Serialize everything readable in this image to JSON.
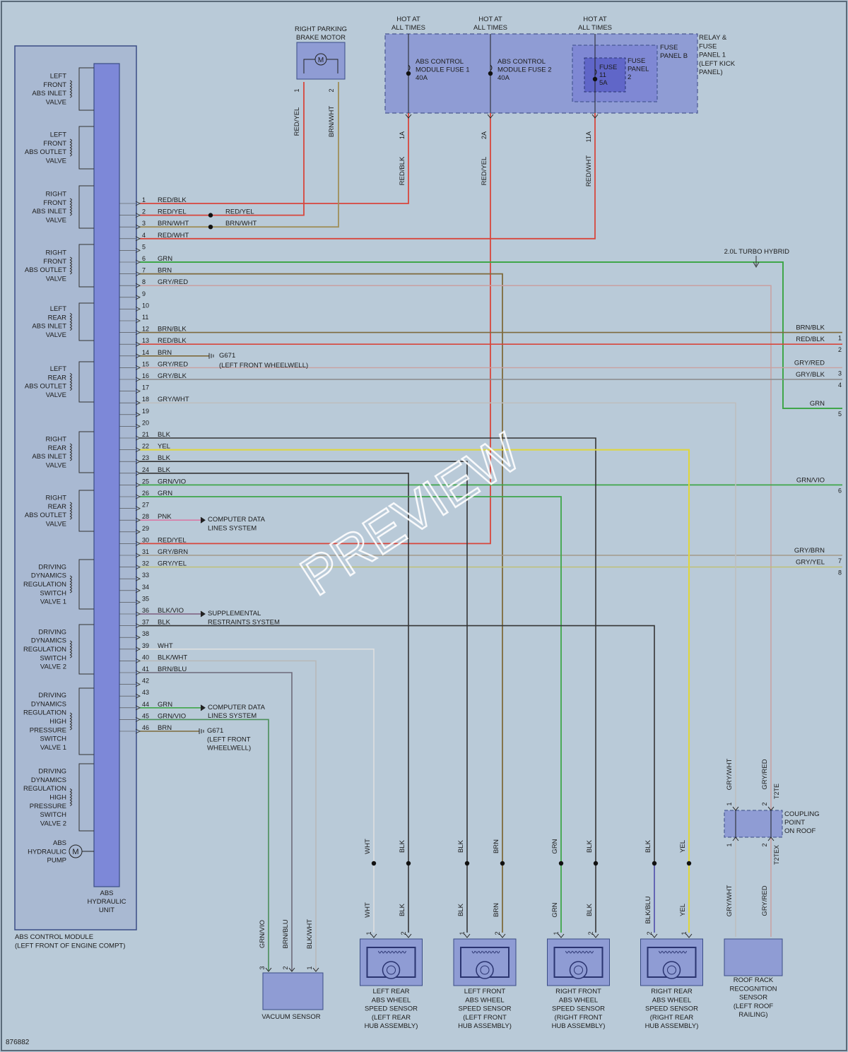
{
  "diagram_id": "876882",
  "watermark": "PREVIEW",
  "turbo_label": "2.0L TURBO HYBRID",
  "abs_module": {
    "label": [
      "ABS CONTROL MODULE",
      "(LEFT FRONT OF ENGINE COMPT)"
    ],
    "unit_label": [
      "ABS",
      "HYDRAULIC",
      "UNIT"
    ],
    "valves": [
      [
        "LEFT",
        "FRONT",
        "ABS INLET",
        "VALVE"
      ],
      [
        "LEFT",
        "FRONT",
        "ABS OUTLET",
        "VALVE"
      ],
      [
        "RIGHT",
        "FRONT",
        "ABS INLET",
        "VALVE"
      ],
      [
        "RIGHT",
        "FRONT",
        "ABS OUTLET",
        "VALVE"
      ],
      [
        "LEFT",
        "REAR",
        "ABS INLET",
        "VALVE"
      ],
      [
        "LEFT",
        "REAR",
        "ABS OUTLET",
        "VALVE"
      ],
      [
        "RIGHT",
        "REAR",
        "ABS INLET",
        "VALVE"
      ],
      [
        "RIGHT",
        "REAR",
        "ABS OUTLET",
        "VALVE"
      ],
      [
        "DRIVING",
        "DYNAMICS",
        "REGULATION",
        "SWITCH",
        "VALVE 1"
      ],
      [
        "DRIVING",
        "DYNAMICS",
        "REGULATION",
        "SWITCH",
        "VALVE 2"
      ],
      [
        "DRIVING",
        "DYNAMICS",
        "REGULATION",
        "HIGH",
        "PRESSURE",
        "SWITCH",
        "VALVE 1"
      ],
      [
        "DRIVING",
        "DYNAMICS",
        "REGULATION",
        "HIGH",
        "PRESSURE",
        "SWITCH",
        "VALVE 2"
      ]
    ],
    "pump": [
      "ABS",
      "HYDRAULIC",
      "PUMP"
    ]
  },
  "pins": {
    "1": "RED/BLK",
    "2": "RED/YEL",
    "3": "BRN/WHT",
    "4": "RED/WHT",
    "5": "",
    "6": "GRN",
    "7": "BRN",
    "8": "GRY/RED",
    "9": "",
    "10": "",
    "11": "",
    "12": "BRN/BLK",
    "13": "RED/BLK",
    "14": "BRN",
    "15": "GRY/RED",
    "16": "GRY/BLK",
    "17": "",
    "18": "GRY/WHT",
    "19": "",
    "20": "",
    "21": "BLK",
    "22": "YEL",
    "23": "BLK",
    "24": "BLK",
    "25": "GRN/VIO",
    "26": "GRN",
    "27": "",
    "28": "PNK",
    "29": "",
    "30": "RED/YEL",
    "31": "GRY/BRN",
    "32": "GRY/YEL",
    "33": "",
    "34": "",
    "35": "",
    "36": "BLK/VIO",
    "37": "BLK",
    "38": "",
    "39": "WHT",
    "40": "BLK/WHT",
    "41": "BRN/BLU",
    "42": "",
    "43": "",
    "44": "GRN",
    "45": "GRN/VIO",
    "46": "BRN"
  },
  "mid_labels": {
    "2": "RED/YEL",
    "3": "BRN/WHT"
  },
  "right_edge": [
    {
      "pin": "1",
      "color": "BRN/BLK"
    },
    {
      "pin": "2",
      "color": "RED/BLK"
    },
    {
      "pin": "3",
      "color": "GRY/RED"
    },
    {
      "pin": "4",
      "color": "GRY/BLK"
    },
    {
      "pin": "5",
      "color": "GRN"
    },
    {
      "pin": "6",
      "color": "GRN/VIO"
    },
    {
      "pin": "7",
      "color": "GRY/BRN"
    },
    {
      "pin": "8",
      "color": "GRY/YEL"
    }
  ],
  "refs": {
    "g671_a": [
      "G671",
      "(LEFT FRONT WHEELWELL)"
    ],
    "cdl_a": [
      "COMPUTER DATA",
      "LINES SYSTEM"
    ],
    "srs": [
      "SUPPLEMENTAL",
      "RESTRAINTS SYSTEM"
    ],
    "cdl_b": [
      "COMPUTER DATA",
      "LINES SYSTEM"
    ],
    "g671_b": [
      "G671",
      "(LEFT FRONT",
      "WHEELWELL)"
    ]
  },
  "parking_motor": {
    "label": [
      "RIGHT PARKING",
      "BRAKE MOTOR"
    ],
    "motor": "M",
    "pin1": "1",
    "pin2": "2",
    "wire1": "RED/YEL",
    "wire2": "BRN/WHT"
  },
  "hot_labels": [
    [
      "HOT AT",
      "ALL TIMES"
    ],
    [
      "HOT AT",
      "ALL TIMES"
    ],
    [
      "HOT AT",
      "ALL TIMES"
    ]
  ],
  "relay_box": {
    "label": [
      "RELAY &",
      "FUSE",
      "PANEL 1",
      "(LEFT KICK",
      "PANEL)"
    ],
    "fuse1": [
      "ABS CONTROL",
      "MODULE FUSE 1",
      "40A"
    ],
    "fuse2": [
      "ABS CONTROL",
      "MODULE FUSE 2",
      "40A"
    ],
    "fuse_panel_b": [
      "FUSE",
      "PANEL B"
    ],
    "fuse_panel_2": [
      "FUSE",
      "PANEL",
      "2"
    ],
    "fuse11": [
      "FUSE",
      "11",
      "5A"
    ],
    "conn": [
      "1A",
      "2A",
      "11A"
    ],
    "wires": [
      "RED/BLK",
      "RED/YEL",
      "RED/WHT"
    ]
  },
  "coupling": {
    "label": [
      "COUPLING",
      "POINT",
      "ON ROOF"
    ],
    "top_conn": "T2TE",
    "bottom_conn": "T2TEX",
    "pins": [
      "1",
      "2",
      "1",
      "2"
    ],
    "wires_top": [
      "GRY/WHT",
      "GRY/RED"
    ],
    "wires_bottom": [
      "GRY/WHT",
      "GRY/RED"
    ]
  },
  "sensors": [
    {
      "label": [
        "LEFT REAR",
        "ABS WHEEL",
        "SPEED SENSOR",
        "(LEFT REAR",
        "HUB ASSEMBLY)"
      ],
      "pins": [
        "1",
        "2"
      ],
      "wires_top": [
        "WHT",
        "BLK"
      ],
      "wires_bottom": [
        "WHT",
        "BLK"
      ]
    },
    {
      "label": [
        "LEFT FRONT",
        "ABS WHEEL",
        "SPEED SENSOR",
        "(LEFT FRONT",
        "HUB ASSEMBLY)"
      ],
      "pins": [
        "1",
        "2"
      ],
      "wires_top": [
        "BLK",
        "BRN"
      ],
      "wires_bottom": [
        "BLK",
        "BRN"
      ]
    },
    {
      "label": [
        "RIGHT FRONT",
        "ABS WHEEL",
        "SPEED SENSOR",
        "(RIGHT FRONT",
        "HUB ASSEMBLY)"
      ],
      "pins": [
        "1",
        "2"
      ],
      "wires_top": [
        "GRN",
        "BLK"
      ],
      "wires_bottom": [
        "GRN",
        "BLK"
      ]
    },
    {
      "label": [
        "RIGHT REAR",
        "ABS WHEEL",
        "SPEED SENSOR",
        "(RIGHT REAR",
        "HUB ASSEMBLY)"
      ],
      "pins": [
        "2",
        "1"
      ],
      "wires_top": [
        "BLK",
        "YEL"
      ],
      "wires_bottom": [
        "BLK/BLU",
        "YEL"
      ]
    }
  ],
  "vacuum_sensor": {
    "label": "VACUUM SENSOR",
    "pins": [
      "3",
      "2",
      "1"
    ],
    "wires": [
      "GRN/VIO",
      "BRN/BLU",
      "BLK/WHT"
    ]
  },
  "roof_sensor": {
    "label": [
      "ROOF RACK",
      "RECOGNITION",
      "SENSOR",
      "(LEFT ROOF",
      "RAILING)"
    ]
  }
}
